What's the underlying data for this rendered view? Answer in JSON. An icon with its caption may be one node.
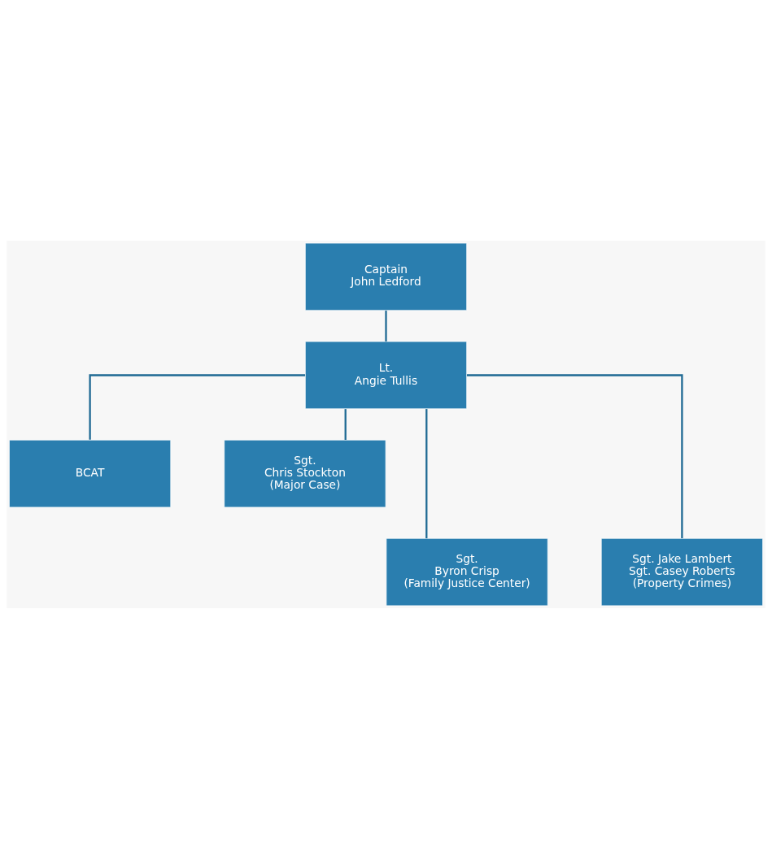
{
  "diagram": {
    "nodes": [
      {
        "text": [
          "Captain",
          "John Ledford"
        ]
      },
      {
        "text": [
          "Lt.",
          "Angie Tullis"
        ]
      },
      {
        "text": [
          "BCAT"
        ]
      },
      {
        "text": [
          "Sgt.",
          "Chris Stockton",
          "(Major Case)"
        ]
      },
      {
        "text": [
          "Sgt.",
          "Byron Crisp",
          "(Family Justice Center)"
        ]
      },
      {
        "text": [
          "Sgt. Jake Lambert",
          "Sgt. Casey Roberts",
          "(Property Crimes)"
        ]
      }
    ],
    "edges": [
      {
        "from": 0,
        "to": 1,
        "arrow": "none"
      },
      {
        "from": 1,
        "to": 2,
        "arrow": "none"
      },
      {
        "from": 1,
        "to": 3,
        "arrow": "none"
      },
      {
        "from": 1,
        "to": 4,
        "arrow": "none"
      },
      {
        "from": 1,
        "to": 5,
        "arrow": "none"
      }
    ]
  }
}
